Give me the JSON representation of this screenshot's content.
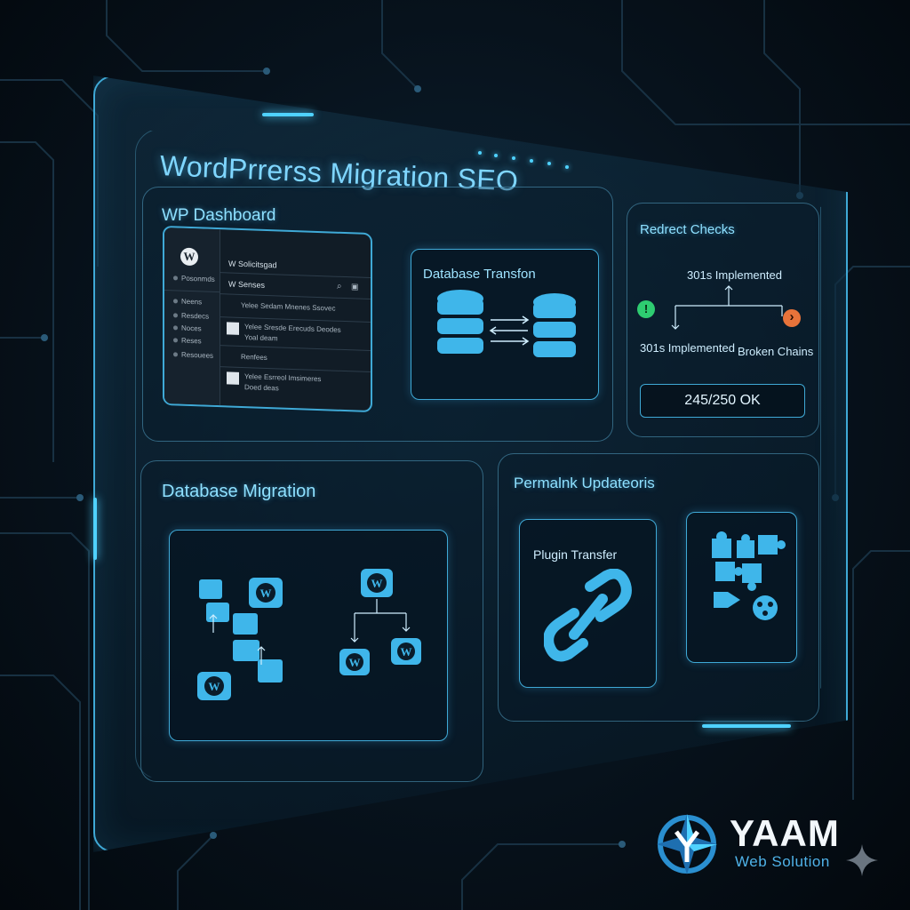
{
  "panel": {
    "title": "WordPrrerss Migration SEO"
  },
  "wp_dashboard": {
    "heading": "WP Dashboard",
    "header_label": "W Solicitsgad",
    "subheader_label": "W Senses",
    "sidebar_items": [
      "Posonmds",
      "Neens",
      "Resdecs",
      "Noces",
      "Reses",
      "Resouees"
    ],
    "list_items": [
      {
        "title": "Yelee Sedam Mnenes Ssovec",
        "meta": ""
      },
      {
        "title": "Yelee Sresde Erecuds Deodes",
        "meta": "Yoal deam"
      },
      {
        "title": "Renfees",
        "meta": ""
      },
      {
        "title": "Yelee Esrreol Imsimeres",
        "meta": "Doed deas"
      }
    ]
  },
  "database_transfer": {
    "label": "Database Transfon"
  },
  "redirect_checks": {
    "heading": "Redrect Checks",
    "top_label": "301s Implemented",
    "left_label": "301s Implemented",
    "right_label": "Broken Chains",
    "left_marker": "!",
    "right_marker": "›",
    "status": "245/250 OK"
  },
  "database_migration": {
    "heading": "Database Migration",
    "wp_glyph": "W"
  },
  "permalink": {
    "heading": "Permalnk Updateoris",
    "plugin_label": "Plugin Transfer"
  },
  "brand": {
    "name": "YAAM",
    "tagline": "Web Solution"
  },
  "colors": {
    "accent": "#4fd2ff",
    "frame": "#3fa9d6",
    "ok": "#2ecc71",
    "warn": "#e8733a"
  }
}
